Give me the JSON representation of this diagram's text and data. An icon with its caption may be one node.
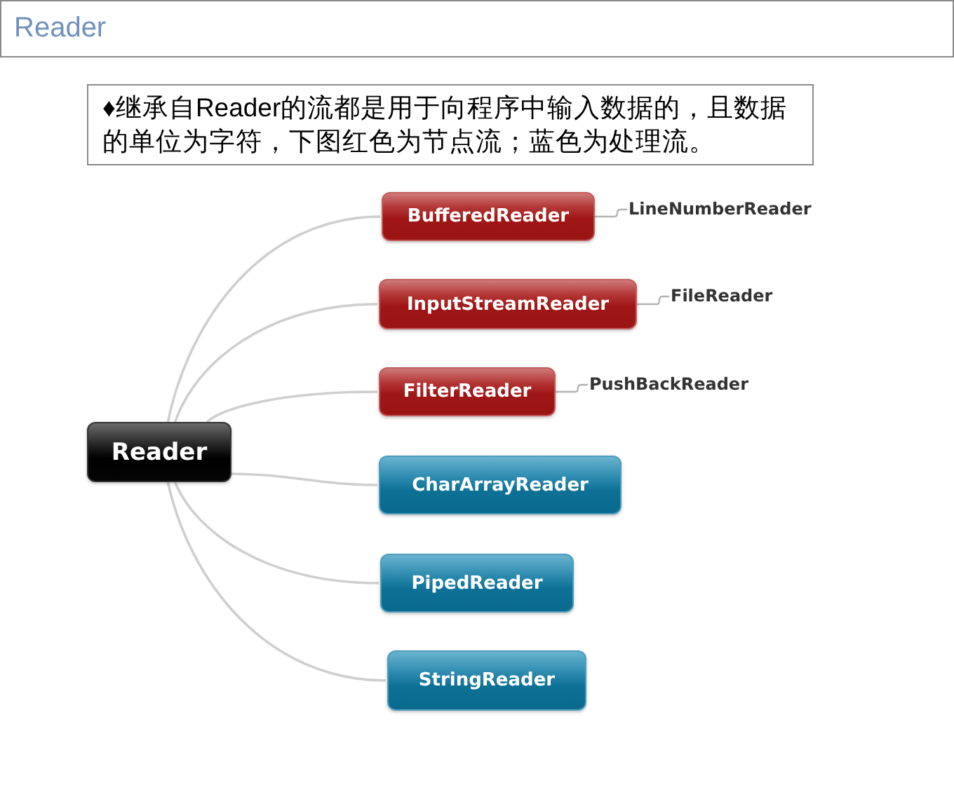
{
  "diagram": {
    "title": "Reader",
    "nodes": [
      {
        "text": [
          "♦继承自Reader的流都是用于向程序中输入数据的，且数据的单位为字符，下图红色为节点流；蓝色为处理流。"
        ]
      },
      {
        "text": [
          "Reader"
        ]
      },
      {
        "text": [
          "BufferedReader"
        ]
      },
      {
        "text": [
          "InputStreamReader"
        ]
      },
      {
        "text": [
          "FilterReader"
        ]
      },
      {
        "text": [
          "CharArrayReader"
        ]
      },
      {
        "text": [
          "PipedReader"
        ]
      },
      {
        "text": [
          "StringReader"
        ]
      },
      {
        "text": [
          "LineNumberReader"
        ]
      },
      {
        "text": [
          "FileReader"
        ]
      },
      {
        "text": [
          "PushBackReader"
        ]
      }
    ],
    "edges": [
      {
        "from": 1,
        "to": 2,
        "arrow": "none"
      },
      {
        "from": 1,
        "to": 3,
        "arrow": "none"
      },
      {
        "from": 1,
        "to": 4,
        "arrow": "none"
      },
      {
        "from": 1,
        "to": 5,
        "arrow": "none"
      },
      {
        "from": 1,
        "to": 6,
        "arrow": "none"
      },
      {
        "from": 1,
        "to": 7,
        "arrow": "none"
      },
      {
        "from": 2,
        "to": 8,
        "arrow": "none"
      },
      {
        "from": 3,
        "to": 9,
        "arrow": "none"
      },
      {
        "from": 4,
        "to": 10,
        "arrow": "none"
      }
    ]
  }
}
